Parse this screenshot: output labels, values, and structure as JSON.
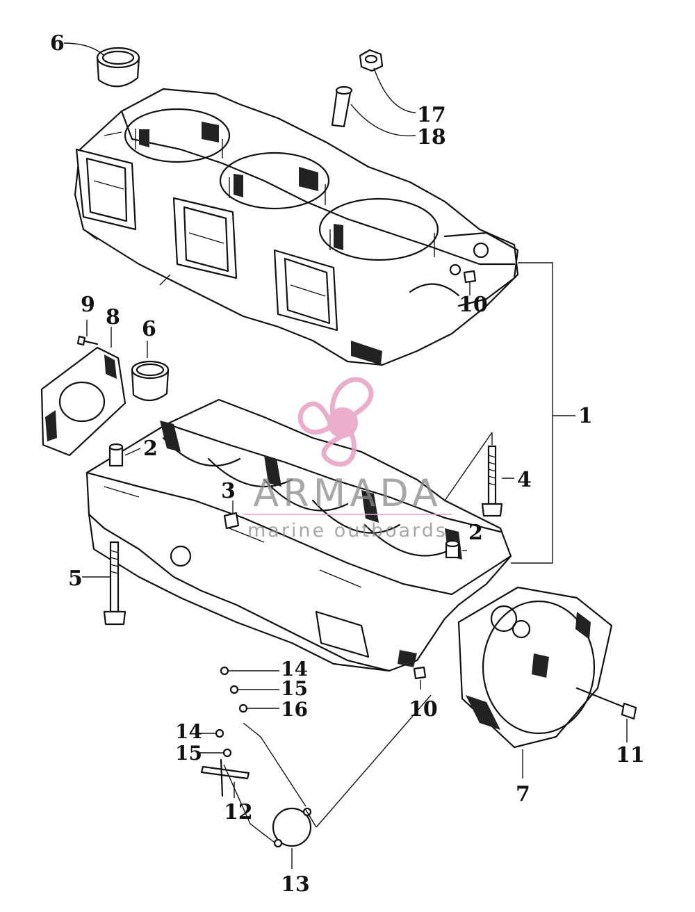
{
  "callouts": {
    "c1": "1",
    "c2a": "2",
    "c2b": "2",
    "c3": "3",
    "c4": "4",
    "c5": "5",
    "c6a": "6",
    "c6b": "6",
    "c7": "7",
    "c8": "8",
    "c9": "9",
    "c10a": "10",
    "c10b": "10",
    "c11": "11",
    "c12": "12",
    "c13": "13",
    "c14a": "14",
    "c14b": "14",
    "c15a": "15",
    "c15b": "15",
    "c16": "16",
    "c17": "17",
    "c18": "18"
  },
  "watermark": {
    "brand": "ARMADA",
    "tagline": "marine outboards",
    "logo": "propeller-logo",
    "logo_color": "#e7a1c4"
  }
}
